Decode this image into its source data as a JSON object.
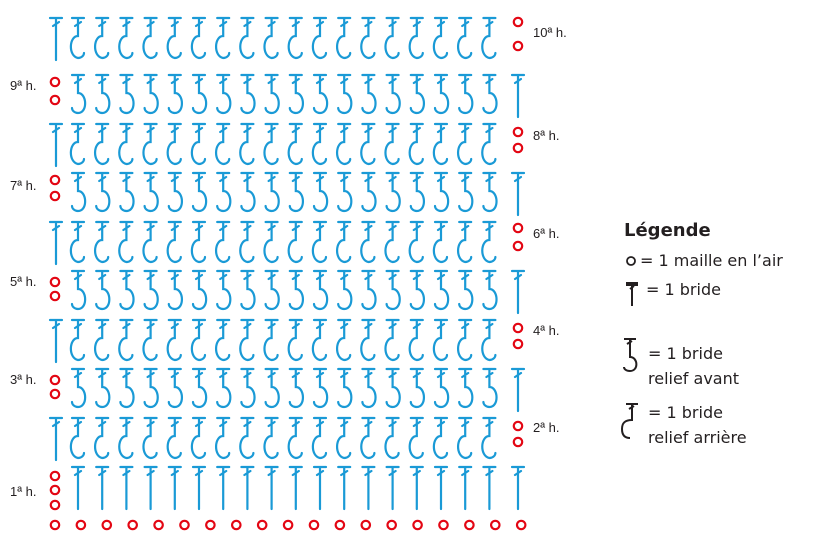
{
  "colors": {
    "stitch": "#1a9ad6",
    "chain": "#e30613",
    "text": "#231f20"
  },
  "diagram": {
    "row_labels_left": [
      "1ª h.",
      "3ª h.",
      "5ª h.",
      "7ª h.",
      "9ª h."
    ],
    "row_labels_right": [
      "2ª h.",
      "4ª h.",
      "6ª h.",
      "8ª h.",
      "10ª h."
    ],
    "stitch_columns": 18,
    "rows": 10,
    "row_stitch": [
      "bride",
      "relief-arriere",
      "relief-avant",
      "relief-arriere",
      "relief-avant",
      "relief-arriere",
      "relief-avant",
      "relief-arriere",
      "relief-avant",
      "relief-arriere"
    ]
  },
  "legend": {
    "title": "Légende",
    "items": [
      {
        "icon": "chain-stitch-icon",
        "line1": "= 1 maille en l’air",
        "line2": ""
      },
      {
        "icon": "double-crochet-icon",
        "line1": "= 1 bride",
        "line2": ""
      },
      {
        "icon": "front-post-double-crochet-icon",
        "line1": "= 1 bride",
        "line2": "relief avant"
      },
      {
        "icon": "back-post-double-crochet-icon",
        "line1": "= 1 bride",
        "line2": "relief arrière"
      }
    ]
  }
}
